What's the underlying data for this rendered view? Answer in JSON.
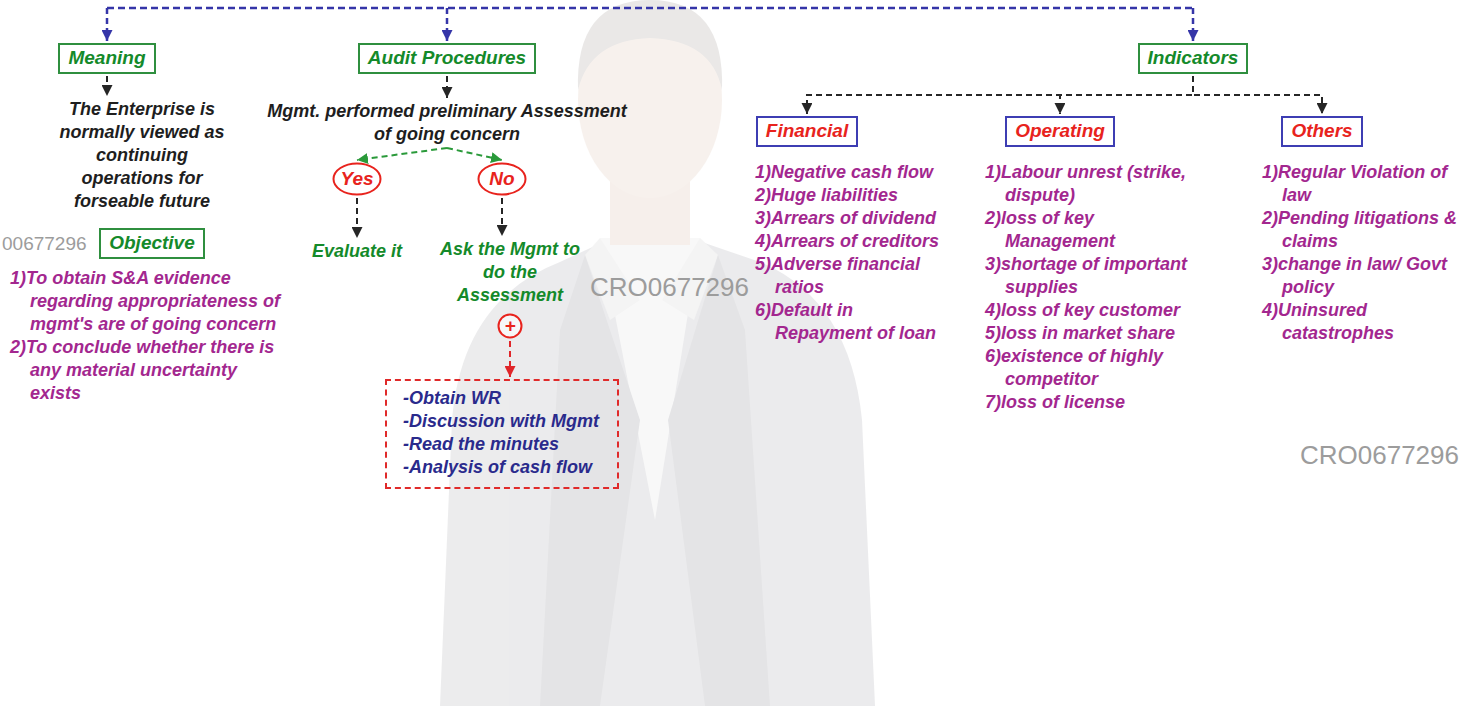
{
  "diagram": {
    "nodes": [
      {
        "text": [
          "Meaning"
        ]
      },
      {
        "text": [
          "The Enterprise is normally viewed as continuing operations for forseable future"
        ]
      },
      {
        "text": [
          "Objective"
        ]
      },
      {
        "text": [
          "Audit Procedures"
        ]
      },
      {
        "text": [
          "Mgmt. performed preliminary Assessment of going concern"
        ]
      },
      {
        "text": [
          "Yes"
        ]
      },
      {
        "text": [
          "No"
        ]
      },
      {
        "text": [
          "Evaluate it"
        ]
      },
      {
        "text": [
          "Ask the Mgmt to do the Assessment"
        ]
      },
      {
        "text": [
          "+"
        ]
      },
      {
        "text": [
          "-Obtain WR",
          "-Discussion with Mgmt",
          "-Read the minutes",
          "-Analysis of cash flow"
        ]
      },
      {
        "text": [
          "Indicators"
        ]
      },
      {
        "text": [
          "Financial"
        ]
      },
      {
        "text": [
          "Operating"
        ]
      },
      {
        "text": [
          "Others"
        ]
      }
    ],
    "edges": [
      {
        "from": 0,
        "to": 1,
        "arrow": "to"
      },
      {
        "from": 3,
        "to": 4,
        "arrow": "to"
      },
      {
        "from": 4,
        "to": 5,
        "arrow": "to"
      },
      {
        "from": 4,
        "to": 6,
        "arrow": "to"
      },
      {
        "from": 5,
        "to": 7,
        "arrow": "to"
      },
      {
        "from": 6,
        "to": 8,
        "arrow": "to"
      },
      {
        "from": 9,
        "to": 10,
        "arrow": "to"
      },
      {
        "from": 11,
        "to": 12,
        "arrow": "to"
      },
      {
        "from": 11,
        "to": 13,
        "arrow": "to"
      },
      {
        "from": 11,
        "to": 14,
        "arrow": "to"
      }
    ],
    "labels": [
      "1)To obtain S&A evidence regarding appropriateness of mgmt's are of going concern",
      "2)To conclude whether there is any material uncertainty exists",
      "1)Negative cash flow",
      "2)Huge liabilities",
      "3)Arrears of dividend",
      "4)Arrears of creditors",
      "5)Adverse financial ratios",
      "6)Default in Repayment of loan",
      "1)Labour unrest (strike, dispute)",
      "2)loss of key Management",
      "3)shortage of important supplies",
      "4)loss of key customer",
      "5)loss in market share",
      "6)existence of highly competitor",
      "7)loss of license",
      "1)Regular Violation of law",
      "2)Pending litigations & claims",
      "3)change in law/ Govt policy",
      "4)Uninsured catastrophes",
      "00677296",
      "CRO0677296",
      "CRO0677296"
    ]
  }
}
